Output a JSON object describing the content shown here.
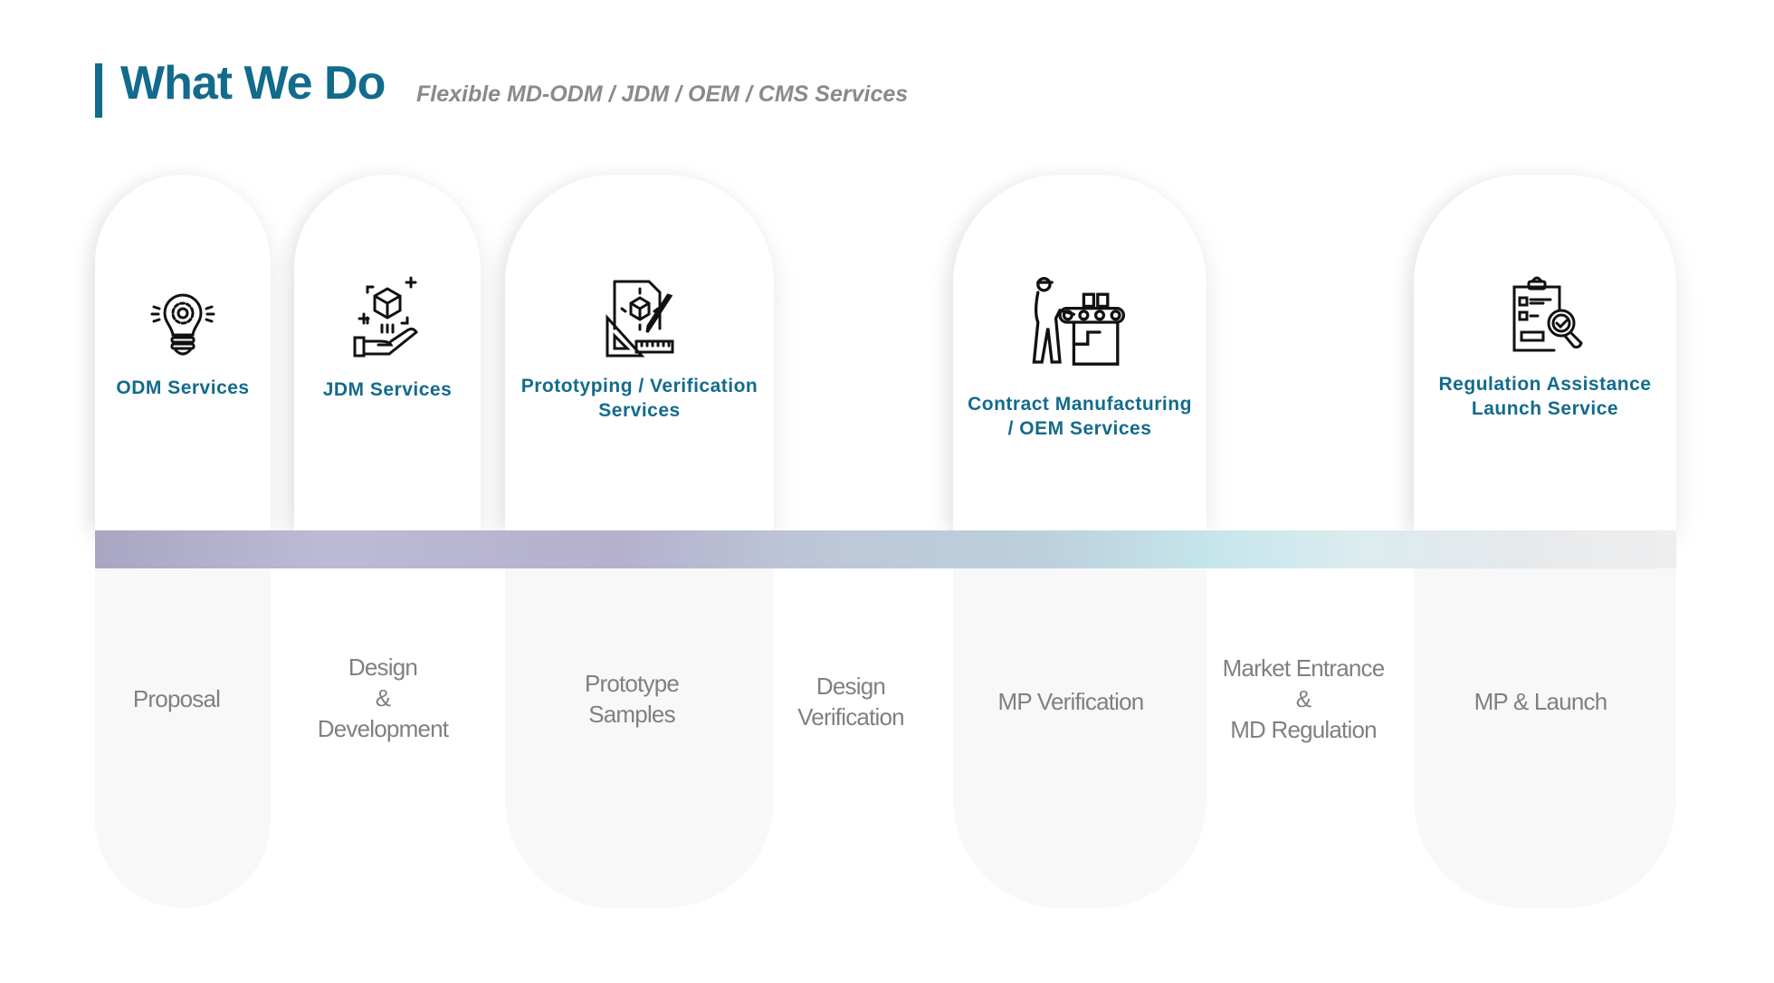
{
  "header": {
    "title": "What We Do",
    "subtitle": "Flexible MD-ODM / JDM / OEM / CMS Services",
    "accent_color": "#136b8c"
  },
  "services": [
    {
      "icon": "lightbulb-gear-icon",
      "label": "ODM Services"
    },
    {
      "icon": "hand-cube-icon",
      "label": "JDM Services"
    },
    {
      "icon": "blueprint-tools-icon",
      "label_line1": "Prototyping / Verification",
      "label_line2": "Services"
    },
    {
      "icon": "factory-worker-conveyor-icon",
      "label_line1": "Contract Manufacturing",
      "label_line2": "/ OEM Services"
    },
    {
      "icon": "clipboard-inspection-icon",
      "label_line1": "Regulation Assistance",
      "label_line2": "Launch Service"
    }
  ],
  "timeline": {
    "gradient_start": "#a9a6c4",
    "gradient_mid": "#c6e6ec",
    "gradient_end": "#eeeeee"
  },
  "stages": [
    {
      "lines": [
        "Proposal"
      ]
    },
    {
      "lines": [
        "Design",
        "&",
        "Development"
      ]
    },
    {
      "lines": [
        "Prototype",
        "Samples"
      ]
    },
    {
      "lines": [
        "Design",
        "Verification"
      ]
    },
    {
      "lines": [
        "MP Verification"
      ]
    },
    {
      "lines": [
        "Market Entrance",
        "&",
        "MD Regulation"
      ]
    },
    {
      "lines": [
        "MP & Launch"
      ]
    }
  ]
}
